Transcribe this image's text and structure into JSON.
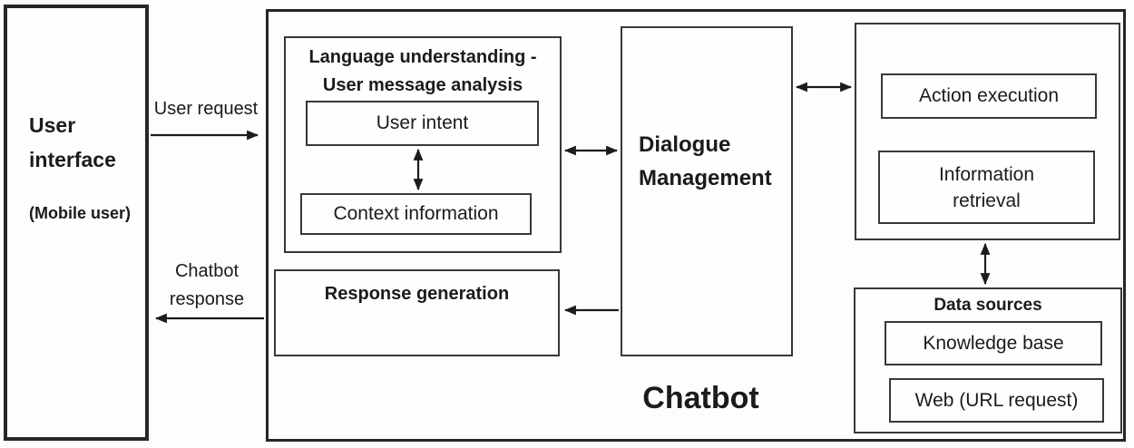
{
  "user_interface": {
    "title": "User interface",
    "subtitle": "(Mobile user)"
  },
  "flow_labels": {
    "user_request": "User request",
    "chatbot_response": "Chatbot response"
  },
  "chatbot": {
    "label": "Chatbot",
    "language_understanding": {
      "title_lines": [
        "Language understanding -",
        "User message analysis"
      ],
      "user_intent": "User intent",
      "context_information": "Context information"
    },
    "response_generation": "Response generation",
    "dialogue_management": "Dialogue Management",
    "action_panel": {
      "action_execution": "Action execution",
      "information_retrieval": "Information retrieval"
    },
    "data_sources": {
      "title": "Data sources",
      "knowledge_base": "Knowledge base",
      "web": "Web (URL request)"
    }
  },
  "colors": {
    "border": "#383838",
    "outer_border": "#262626",
    "text": "#1b1b1b",
    "background": "#fdfdfd",
    "arrow": "#1c1c1c"
  }
}
